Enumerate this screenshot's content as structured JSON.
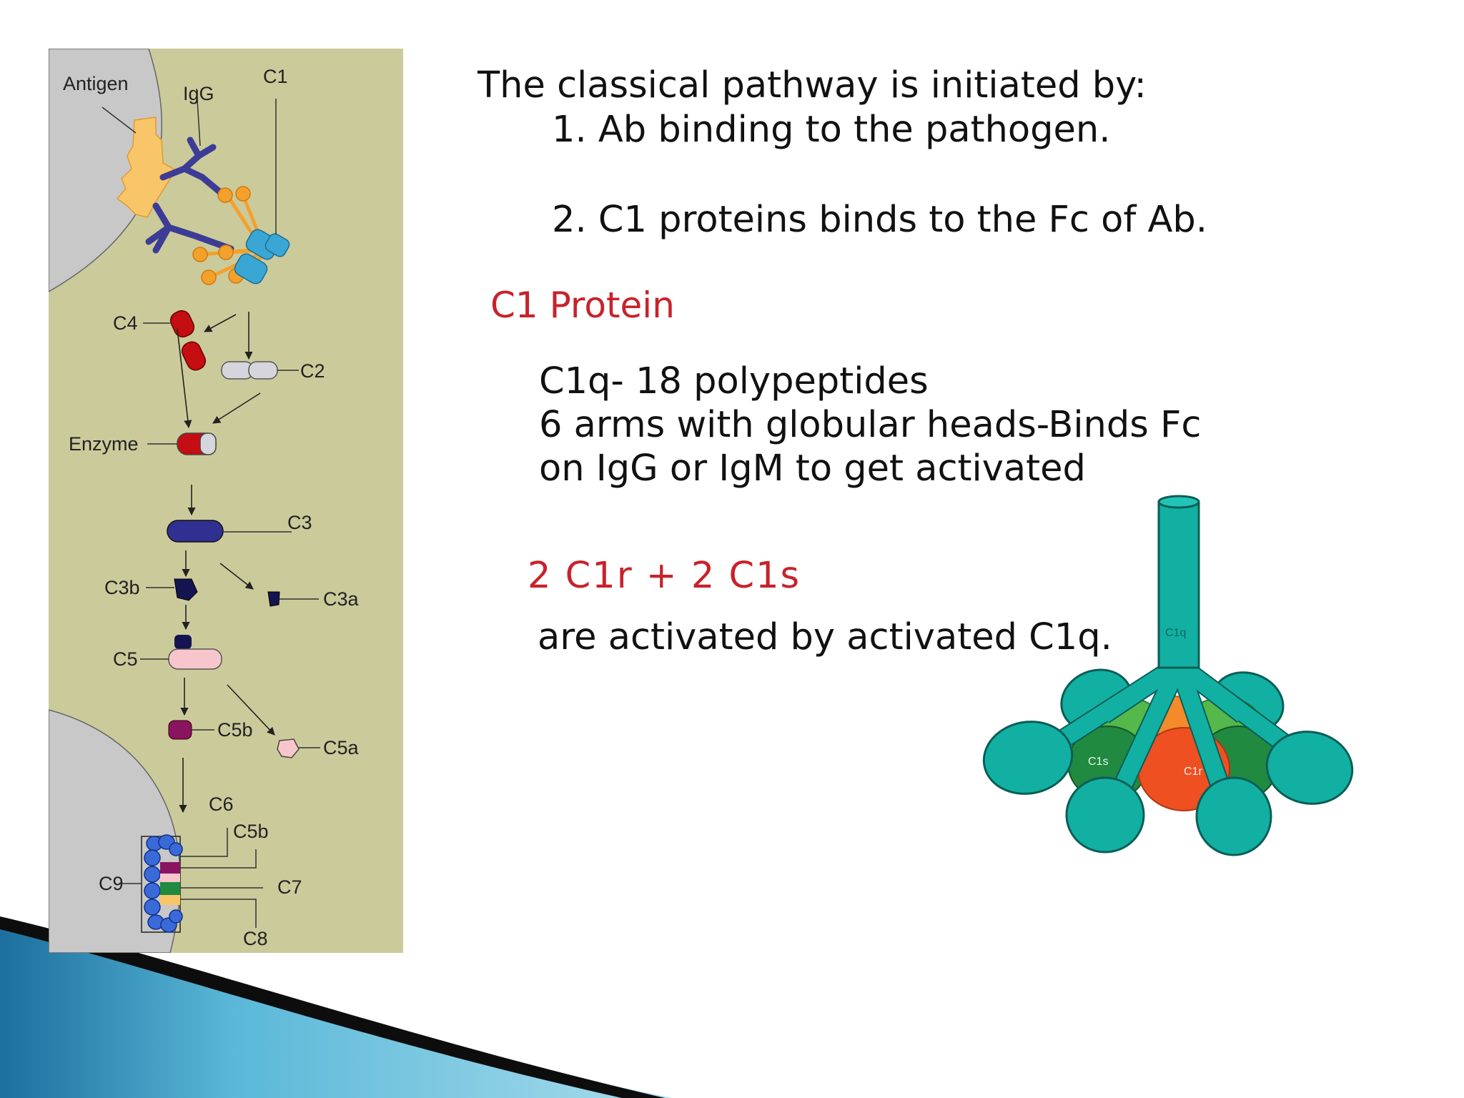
{
  "slide": {
    "heading": "The classical pathway is initiated by:",
    "point_1": "1.  Ab binding to the pathogen.",
    "point_2": "2. C1 proteins binds to the Fc of Ab.",
    "section_1_title": "C1 Protein",
    "section_1_lines": [
      "C1q- 18 polypeptides",
      "6 arms with globular heads-Binds Fc",
      "on IgG or IgM to get activated"
    ],
    "section_2_title": "2 C1r + 2 C1s",
    "section_2_text": "are activated by activated  C1q."
  },
  "pathway_diagram": {
    "labels": {
      "antigen": "Antigen",
      "igg": "IgG",
      "c1": "C1",
      "c4": "C4",
      "c2": "C2",
      "enzyme": "Enzyme",
      "c3": "C3",
      "c3b": "C3b",
      "c3a": "C3a",
      "c5": "C5",
      "c5b": "C5b",
      "c5a": "C5a",
      "c6": "C6",
      "c5b_complex": "C5b",
      "c9": "C9",
      "c7": "C7",
      "c8": "C8"
    },
    "colors": {
      "panel": "#cbca9b",
      "cell": "#c8c8c8",
      "antigen": "#f8c668",
      "antibody": "#3c3c96",
      "c1q": "#f4a12c",
      "c1rs": "#3aa6d4",
      "c4": "#c40e12",
      "c2": "#d4d6dc",
      "c3": "#303092",
      "c3b": "#141450",
      "c5": "#f7c6cc",
      "c5b": "#8a1460",
      "mac": "#3a6ad8"
    }
  },
  "c1_diagram": {
    "labels": {
      "c1q": "C1q",
      "c1s": "C1s",
      "c1r": "C1r"
    },
    "colors": {
      "stalk": "#12b0a2",
      "c1s": "#1f8a40",
      "c1s_light": "#55b84a",
      "c1r": "#ee5022",
      "c1r_light": "#f58a2a"
    }
  }
}
